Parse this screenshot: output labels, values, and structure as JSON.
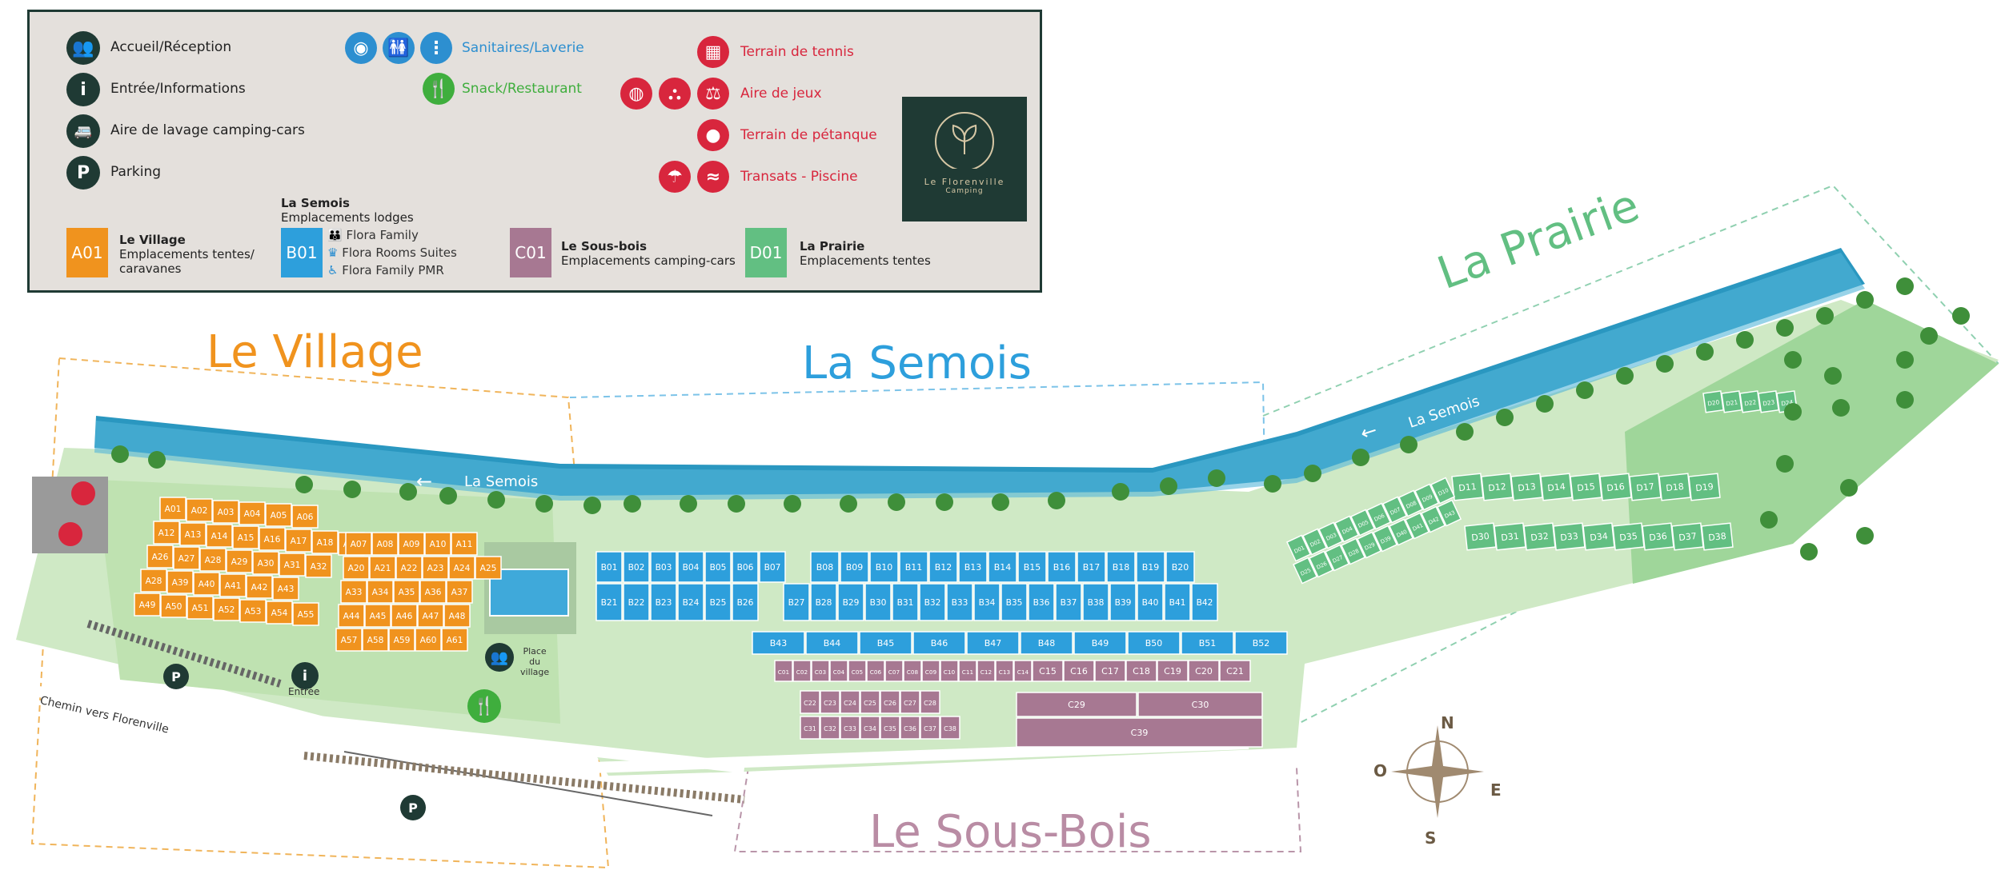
{
  "legend": {
    "items_left": [
      {
        "label": "Accueil/Réception",
        "icon": "reception-people-icon"
      },
      {
        "label": "Entrée/Informations",
        "icon": "info-icon"
      },
      {
        "label": "Aire de lavage camping-cars",
        "icon": "camper-wash-icon"
      },
      {
        "label": "Parking",
        "icon": "parking-icon"
      }
    ],
    "items_mid": [
      {
        "label": "Sanitaires/Laverie",
        "color": "#2d8fd0"
      },
      {
        "label": "Snack/Restaurant",
        "color": "#3fae3d"
      }
    ],
    "items_right": [
      {
        "label": "Terrain de tennis"
      },
      {
        "label": "Aire de jeux"
      },
      {
        "label": "Terrain de pétanque"
      },
      {
        "label": "Transats - Piscine"
      }
    ],
    "zones": {
      "village": {
        "code": "A01",
        "name": "Le Village",
        "desc1": "Emplacements tentes/",
        "desc2": "caravanes",
        "color": "#f0931e"
      },
      "semois": {
        "code": "B01",
        "name": "La Semois",
        "desc": "Emplacements lodges",
        "sub": [
          "Flora Family",
          "Flora Rooms Suites",
          "Flora Family PMR"
        ],
        "color": "#2d9fdc"
      },
      "sousbois": {
        "code": "C01",
        "name": "Le Sous-bois",
        "desc": "Emplacements camping-cars",
        "color": "#a77892"
      },
      "prairie": {
        "code": "D01",
        "name": "La Prairie",
        "desc": "Emplacements tentes",
        "color": "#62bf82"
      }
    },
    "logo": {
      "name": "Le Florenville",
      "tag": "Camping"
    }
  },
  "zone_titles": {
    "village": "Le Village",
    "semois": "La Semois",
    "prairie": "La Prairie",
    "sousbois": "Le Sous-Bois"
  },
  "river_label": "La Semois",
  "road_label": "Chemin vers Florenville",
  "entry_label": "Entrée",
  "place_label": [
    "Place",
    "du",
    "village"
  ],
  "compass": {
    "n": "N",
    "s": "S",
    "e": "E",
    "o": "O"
  },
  "pitches": {
    "village": {
      "left": [
        "A01",
        "A02",
        "A03",
        "A04",
        "A05",
        "A06",
        "A12",
        "A13",
        "A14",
        "A15",
        "A16",
        "A17",
        "A18",
        "A19",
        "A26",
        "A27",
        "A28",
        "A29",
        "A30",
        "A31",
        "A32",
        "A28",
        "A39",
        "A40",
        "A41",
        "A42",
        "A43",
        "A49",
        "A50",
        "A51",
        "A52",
        "A53",
        "A54",
        "A55"
      ],
      "right": [
        "A07",
        "A08",
        "A09",
        "A10",
        "A11",
        "A20",
        "A21",
        "A22",
        "A23",
        "A24",
        "A25",
        "A33",
        "A34",
        "A35",
        "A36",
        "A37",
        "A44",
        "A45",
        "A46",
        "A47",
        "A48",
        "A57",
        "A58",
        "A59",
        "A60",
        "A61"
      ]
    },
    "semois": {
      "top": [
        "B01",
        "B02",
        "B03",
        "B04",
        "B05",
        "B06",
        "B07",
        "B08",
        "B09",
        "B10",
        "B11",
        "B12",
        "B13",
        "B14",
        "B15",
        "B16",
        "B17",
        "B18",
        "B19",
        "B20"
      ],
      "mid": [
        "B21",
        "B22",
        "B23",
        "B24",
        "B25",
        "B26",
        "B27",
        "B28",
        "B29",
        "B30",
        "B31",
        "B32",
        "B33",
        "B34",
        "B35",
        "B36",
        "B37",
        "B38",
        "B39",
        "B40",
        "B41",
        "B42"
      ],
      "row": [
        "B43",
        "B44",
        "B45",
        "B46",
        "B47",
        "B48",
        "B49",
        "B50",
        "B51",
        "B52"
      ]
    },
    "sousbois": {
      "row1": [
        "C01",
        "C02",
        "C03",
        "C04",
        "C05",
        "C06",
        "C07",
        "C08",
        "C09",
        "C10",
        "C11",
        "C12",
        "C13",
        "C14",
        "C15",
        "C16",
        "C17",
        "C18",
        "C19",
        "C20",
        "C21"
      ],
      "row2": [
        "C22",
        "C23",
        "C24",
        "C25",
        "C26",
        "C27",
        "C28"
      ],
      "row3": [
        "C31",
        "C32",
        "C33",
        "C34",
        "C35",
        "C36",
        "C37",
        "C38"
      ],
      "large": [
        "C29",
        "C30",
        "C39"
      ]
    },
    "prairie": {
      "top": [
        "D20",
        "D21",
        "D22",
        "D23",
        "D24"
      ],
      "row1": [
        "D11",
        "D12",
        "D13",
        "D14",
        "D15",
        "D16",
        "D17",
        "D18",
        "D19"
      ],
      "row2": [
        "D30",
        "D31",
        "D32",
        "D33",
        "D34",
        "D35",
        "D36",
        "D37",
        "D38"
      ],
      "diag": [
        "D01",
        "D02",
        "D03",
        "D04",
        "D05",
        "D06",
        "D07",
        "D08",
        "D09",
        "D10",
        "D25",
        "D26",
        "D27",
        "D28",
        "D29",
        "D39",
        "D40",
        "D41",
        "D42",
        "D43"
      ]
    }
  }
}
